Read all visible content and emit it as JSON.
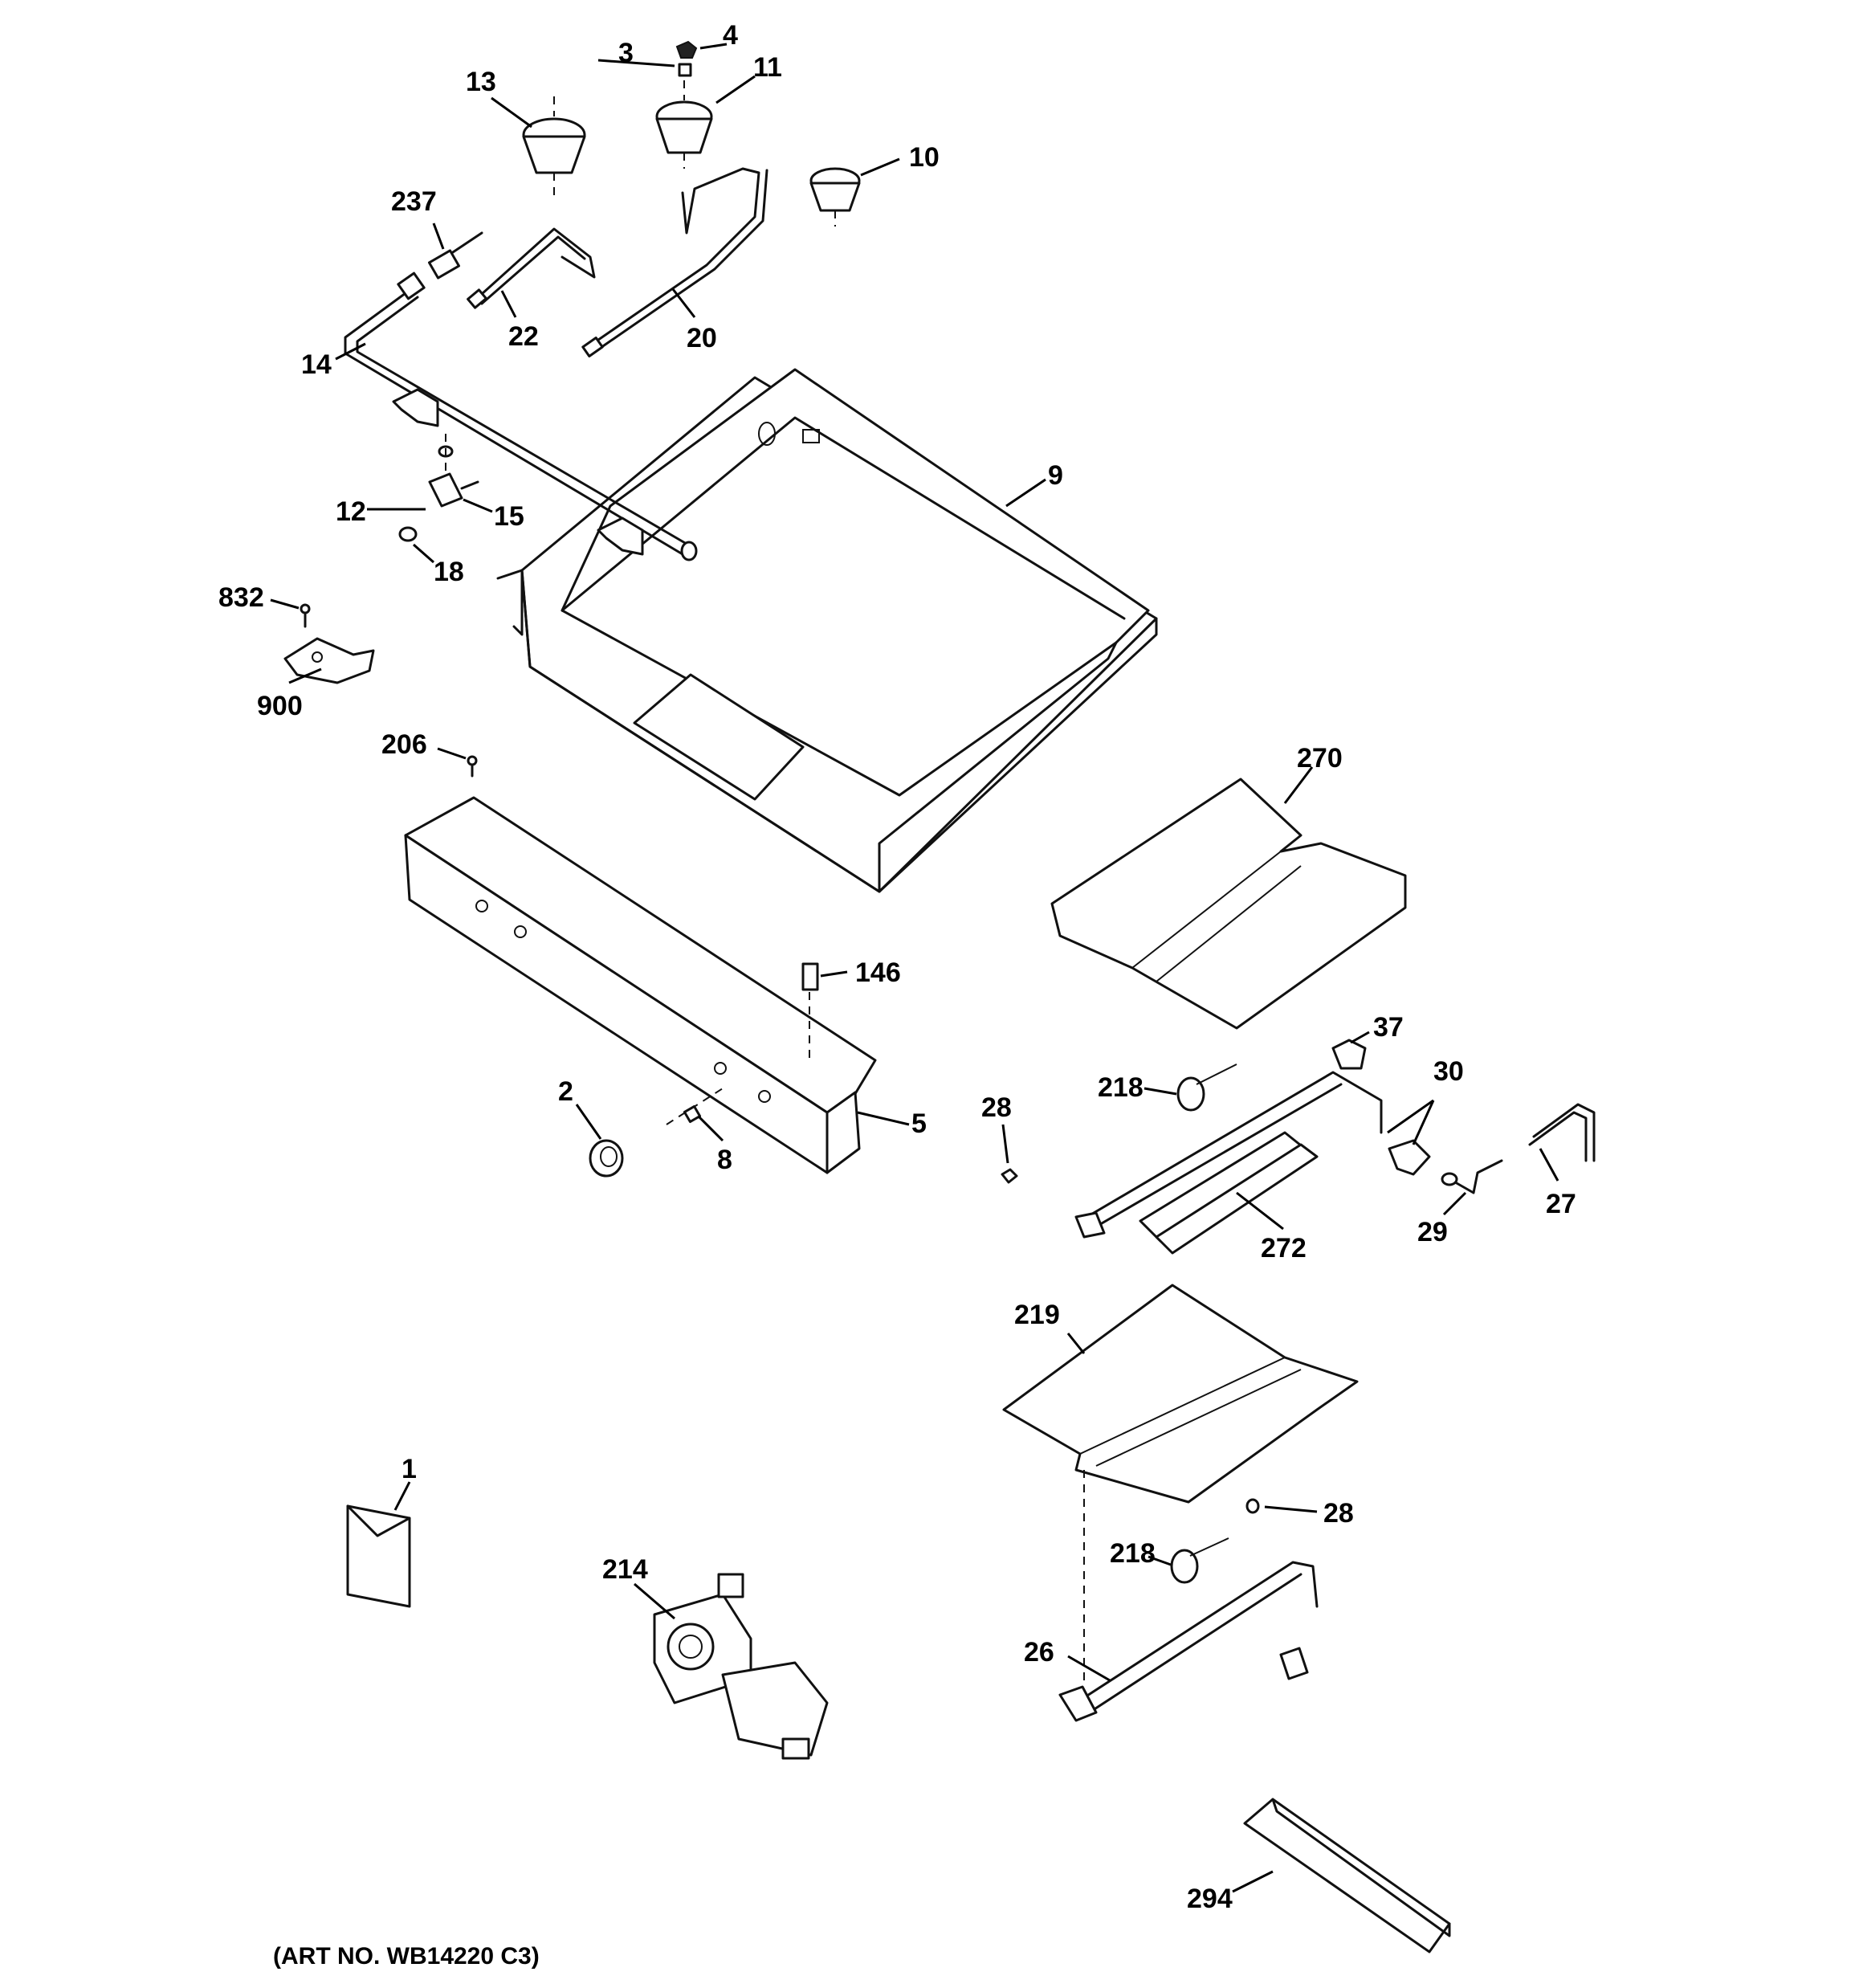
{
  "diagram": {
    "art_number": "(ART NO. WB14220 C3)",
    "callouts": {
      "c1": "1",
      "c2": "2",
      "c3": "3",
      "c4": "4",
      "c5": "5",
      "c8": "8",
      "c9": "9",
      "c10": "10",
      "c11": "11",
      "c12": "12",
      "c13": "13",
      "c14": "14",
      "c15": "15",
      "c18": "18",
      "c20": "20",
      "c22": "22",
      "c26": "26",
      "c27": "27",
      "c28a": "28",
      "c28b": "28",
      "c29": "29",
      "c30": "30",
      "c37": "37",
      "c146": "146",
      "c206": "206",
      "c214": "214",
      "c218a": "218",
      "c218b": "218",
      "c219": "219",
      "c237": "237",
      "c270": "270",
      "c272": "272",
      "c294": "294",
      "c832": "832",
      "c900": "900"
    }
  }
}
